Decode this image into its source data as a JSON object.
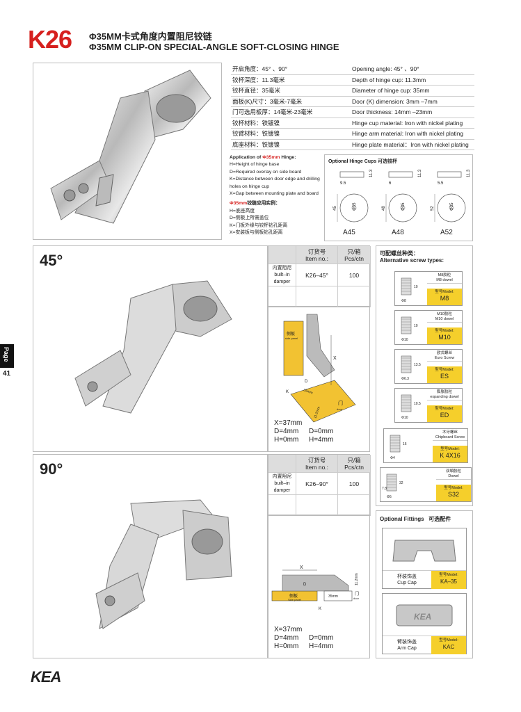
{
  "header": {
    "code": "K26",
    "title_cn": "Φ35MM卡式角度内置阻尼铰链",
    "title_en": "Φ35MM CLIP-ON SPECIAL-ANGLE SOFT-CLOSING HINGE"
  },
  "specs": [
    {
      "cn": "开启角度：45° 、90°",
      "en": "Opening angle: 45° 、90°"
    },
    {
      "cn": "铰杯深度：11.3毫米",
      "en": "Depth of hinge cup: 11.3mm"
    },
    {
      "cn": "铰杯直径：35毫米",
      "en": "Diameter of hinge cup: 35mm"
    },
    {
      "cn": "面板(K)尺寸：3毫米-7毫米",
      "en": "Door (K) dimension: 3mm –7mm"
    },
    {
      "cn": "门可选用板厚：14毫米-23毫米",
      "en": "Door thickness: 14mm –23mm"
    },
    {
      "cn": "铰杯材料：铁镀镍",
      "en": "Hinge cup material: Iron with nickel plating"
    },
    {
      "cn": "铰臂材料：铁镀镍",
      "en": "Hinge arm material: Iron with nickel plating"
    },
    {
      "cn": "底座材料：铁镀镍",
      "en": "Hinge plate material：Iron with nickel plating"
    }
  ],
  "application": {
    "title_pre": "Application of ",
    "title_red": "Φ35mm",
    "title_post": " Hinge:",
    "lines": [
      "H=Height of hinge base",
      "D=Required overlay on side board",
      "K=Distance between door edge and drilling holes on hinge cup",
      "X=Gap between mounting plate and board"
    ],
    "cn_title_red": "Φ35mm",
    "cn_title_post": "铰链应用实例：",
    "cn_lines": [
      "H=底座高度",
      "D=侧板上所需盖位",
      "K=门板外缘与铰杯钻孔距离",
      "X=安装板与侧板钻孔距离"
    ]
  },
  "cups": {
    "title": "Optional Hinge Cups 可选铰杯",
    "items": [
      {
        "name": "A45",
        "a": "9.5",
        "b": "11.3",
        "c": "45",
        "d": "Φ35"
      },
      {
        "name": "A48",
        "a": "6",
        "b": "11.3",
        "c": "48",
        "d": "Φ35"
      },
      {
        "name": "A52",
        "a": "5.5",
        "b": "11.3",
        "c": "52",
        "d": "Φ35"
      }
    ]
  },
  "variants": [
    {
      "angle": "45°",
      "th_cn": "订货号",
      "th_en": "Item no.:",
      "th2_cn": "只/箱",
      "th2_en": "Pcs/ctn",
      "row_cn": "内置阻尼",
      "row_en": "built–in damper",
      "item": "K26–45°",
      "pcs": "100",
      "diag": {
        "side": "侧板",
        "side_en": "side panel",
        "door": "门",
        "door_en": "door",
        "x": "X",
        "k": "K",
        "d": "D",
        "w": "35mm",
        "h": "11.2mm"
      },
      "m1": "X=37mm",
      "m2": "D=4mm",
      "m3": "D=0mm",
      "m4": "H=0mm",
      "m5": "H=4mm"
    },
    {
      "angle": "90°",
      "th_cn": "订货号",
      "th_en": "Item no.:",
      "th2_cn": "只/箱",
      "th2_en": "Pcs/ctn",
      "row_cn": "内置阻尼",
      "row_en": "built–in damper",
      "item": "K26–90°",
      "pcs": "100",
      "diag": {
        "side": "侧板",
        "side_en": "Side panel",
        "door": "门",
        "door_en": "door",
        "x": "X",
        "k": "K",
        "d": "D",
        "w": "35mm",
        "h": "11.2mm"
      },
      "m1": "X=37mm",
      "m2": "D=4mm",
      "m3": "D=0mm",
      "m4": "H=0mm",
      "m5": "H=4mm"
    }
  ],
  "screws": {
    "title_cn": "可配螺丝种类：",
    "title_en": "Alternative screw types:",
    "model_label": "型号Model:",
    "items": [
      {
        "cn": "M8胶粒",
        "en": "M8 dowel",
        "model": "M8",
        "d1": "Φ8",
        "d2": "10"
      },
      {
        "cn": "M10胶粒",
        "en": "M10 dowel",
        "model": "M10",
        "d1": "Φ10",
        "d2": "10"
      },
      {
        "cn": "欧式螺丝",
        "en": "Euro Screw",
        "model": "ES",
        "d1": "Φ6.3",
        "d2": "13.5"
      },
      {
        "cn": "膨胀胶粒",
        "en": "expanding dowel",
        "model": "ED",
        "d1": "Φ10",
        "d2": "10.5"
      },
      {
        "cn": "木牙螺丝",
        "en": "Chipboard Screw",
        "model": "K 4X16",
        "d1": "Φ4",
        "d2": "16"
      },
      {
        "cn": "双頭胶粒",
        "en": "Dowel",
        "model": "S32",
        "d1": "Φ5",
        "d2": "32",
        "d3": "7.8"
      }
    ]
  },
  "fittings": {
    "title_en": "Optional Fittings",
    "title_cn": "可选配件",
    "model_label": "型号Model:",
    "items": [
      {
        "cn": "杯装饰盖",
        "en": "Cup Cap",
        "model": "KA–35"
      },
      {
        "cn": "臂装饰盖",
        "en": "Arm Cap",
        "model": "KAC"
      }
    ],
    "cap_logo": "KEA"
  },
  "page": {
    "label": "Page",
    "num": "41"
  },
  "brand": {
    "logo": "KEA"
  },
  "colors": {
    "accent": "#d6201e",
    "model_bg": "#f5cf2b",
    "door": "#f2c232"
  }
}
